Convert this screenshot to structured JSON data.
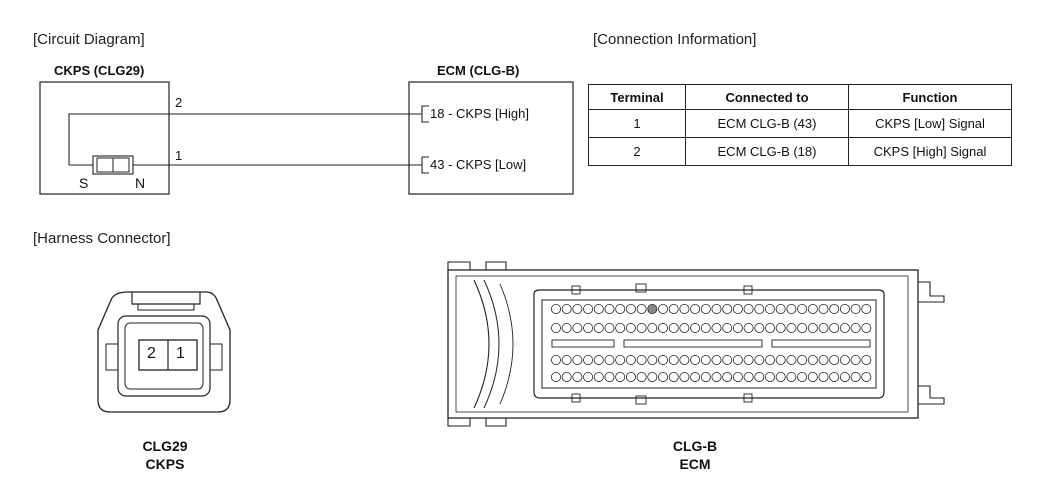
{
  "sections": {
    "circuit_diagram": "[Circuit Diagram]",
    "connection_information": "[Connection Information]",
    "harness_connector": "[Harness Connector]"
  },
  "circuit": {
    "sensor_title": "CKPS (CLG29)",
    "ecm_title": "ECM (CLG-B)",
    "pin_top": "2",
    "pin_bottom": "1",
    "pole_s": "S",
    "pole_n": "N",
    "ecm_pin_high": "18 - CKPS [High]",
    "ecm_pin_low": "43 - CKPS [Low]"
  },
  "table": {
    "headers": [
      "Terminal",
      "Connected to",
      "Function"
    ],
    "rows": [
      [
        "1",
        "ECM CLG-B (43)",
        "CKPS [Low] Signal"
      ],
      [
        "2",
        "ECM CLG-B (18)",
        "CKPS [High] Signal"
      ]
    ]
  },
  "connectors": {
    "clg29": {
      "pin_left": "2",
      "pin_right": "1",
      "caption_line1": "CLG29",
      "caption_line2": "CKPS"
    },
    "clgb": {
      "caption_line1": "CLG-B",
      "caption_line2": "ECM"
    }
  }
}
